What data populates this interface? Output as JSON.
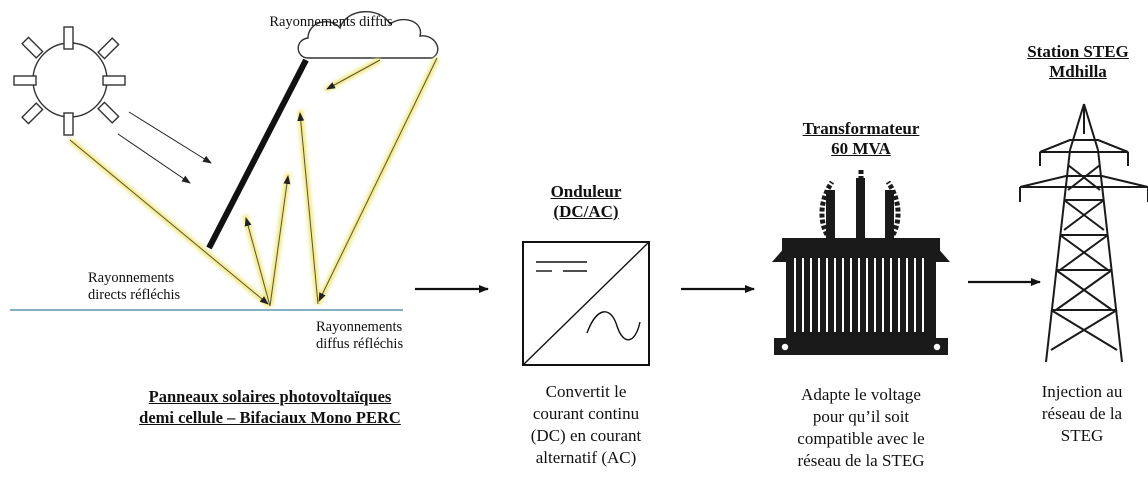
{
  "solar": {
    "label_diffuse": "Rayonnements diffus",
    "label_direct_reflected_1": "Rayonnements",
    "label_direct_reflected_2": "directs réfléchis",
    "label_diffuse_reflected_1": "Rayonnements",
    "label_diffuse_reflected_2": "diffus réfléchis",
    "caption_1": "Panneaux solaires photovoltaïques",
    "caption_2": "demi cellule – Bifaciaux Mono PERC",
    "ray_color": "#f2e98a"
  },
  "inverter": {
    "title_1": "Onduleur",
    "title_2": "(DC/AC)",
    "desc": [
      "Convertit le",
      "courant continu",
      "(DC) en courant",
      "alternatif (AC)"
    ]
  },
  "transformer": {
    "title_1": "Transformateur",
    "title_2": "60 MVA",
    "desc": [
      "Adapte le voltage",
      "pour qu’il soit",
      "compatible avec le",
      "réseau de la STEG"
    ]
  },
  "station": {
    "title_1": "Station STEG",
    "title_2": "Mdhilla",
    "desc": [
      "Injection au",
      "réseau de la",
      "STEG"
    ]
  },
  "icons": [
    "sun-icon",
    "cloud-icon",
    "solar-panel-icon",
    "inverter-icon",
    "transformer-icon",
    "pylon-icon"
  ]
}
